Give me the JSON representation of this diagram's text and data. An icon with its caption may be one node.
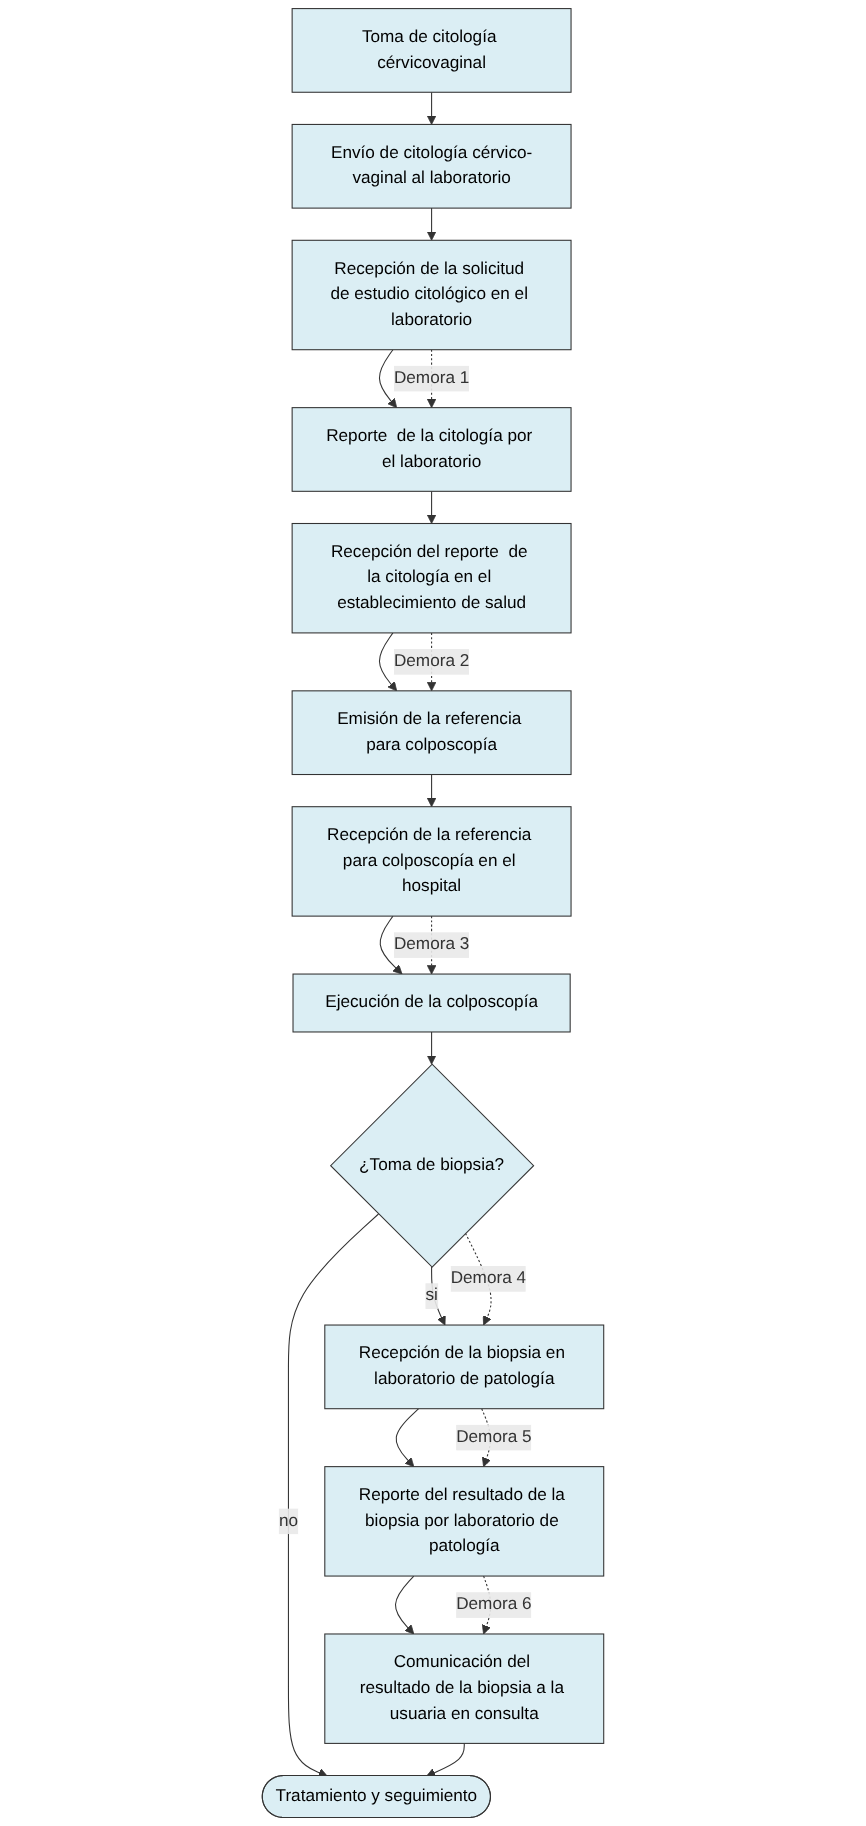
{
  "diagram": {
    "nodes": [
      {
        "text": [
          "Toma de citología cérvicovaginal"
        ]
      },
      {
        "text": [
          "Envío de citología cérvico-vaginal al laboratorio"
        ]
      },
      {
        "text": [
          "Recepción de la solicitud de estudio citológico en el laboratorio"
        ]
      },
      {
        "text": [
          "Reporte  de la citología por el laboratorio"
        ]
      },
      {
        "text": [
          "Recepción del reporte  de la citología en el establecimiento de salud"
        ]
      },
      {
        "text": [
          "Emisión de la referencia para colposcopía"
        ]
      },
      {
        "text": [
          "Recepción de la referencia para colposcopía en el hospital"
        ]
      },
      {
        "text": [
          "Ejecución de la colposcopía"
        ]
      },
      {
        "text": [
          "¿Toma de biopsia?"
        ]
      },
      {
        "text": [
          "Recepción de la biopsia en laboratorio de patología"
        ]
      },
      {
        "text": [
          "Reporte del resultado de la biopsia por laboratorio de patología"
        ]
      },
      {
        "text": [
          "Comunicación del resultado de la biopsia a la usuaria en consulta"
        ]
      },
      {
        "text": [
          "Tratamiento y seguimiento"
        ]
      }
    ],
    "edges": [
      {
        "from": 0,
        "to": 1,
        "arrow": "to"
      },
      {
        "from": 1,
        "to": 2,
        "arrow": "to"
      },
      {
        "from": 2,
        "to": 3,
        "arrow": "to"
      },
      {
        "from": 2,
        "to": 3,
        "arrow": "to",
        "label": "Demora 1",
        "style": "dashed"
      },
      {
        "from": 3,
        "to": 4,
        "arrow": "to"
      },
      {
        "from": 4,
        "to": 5,
        "arrow": "to"
      },
      {
        "from": 4,
        "to": 5,
        "arrow": "to",
        "label": "Demora 2",
        "style": "dashed"
      },
      {
        "from": 5,
        "to": 6,
        "arrow": "to"
      },
      {
        "from": 6,
        "to": 7,
        "arrow": "to"
      },
      {
        "from": 6,
        "to": 7,
        "arrow": "to",
        "label": "Demora 3",
        "style": "dashed"
      },
      {
        "from": 7,
        "to": 8,
        "arrow": "to"
      },
      {
        "from": 8,
        "to": 9,
        "arrow": "to",
        "label": "si"
      },
      {
        "from": 8,
        "to": 9,
        "arrow": "to",
        "label": "Demora 4",
        "style": "dashed"
      },
      {
        "from": 8,
        "to": 12,
        "arrow": "to",
        "label": "no"
      },
      {
        "from": 9,
        "to": 10,
        "arrow": "to"
      },
      {
        "from": 9,
        "to": 10,
        "arrow": "to",
        "label": "Demora 5",
        "style": "dashed"
      },
      {
        "from": 10,
        "to": 11,
        "arrow": "to"
      },
      {
        "from": 10,
        "to": 11,
        "arrow": "to",
        "label": "Demora 6",
        "style": "dashed"
      },
      {
        "from": 11,
        "to": 12,
        "arrow": "to"
      }
    ]
  }
}
